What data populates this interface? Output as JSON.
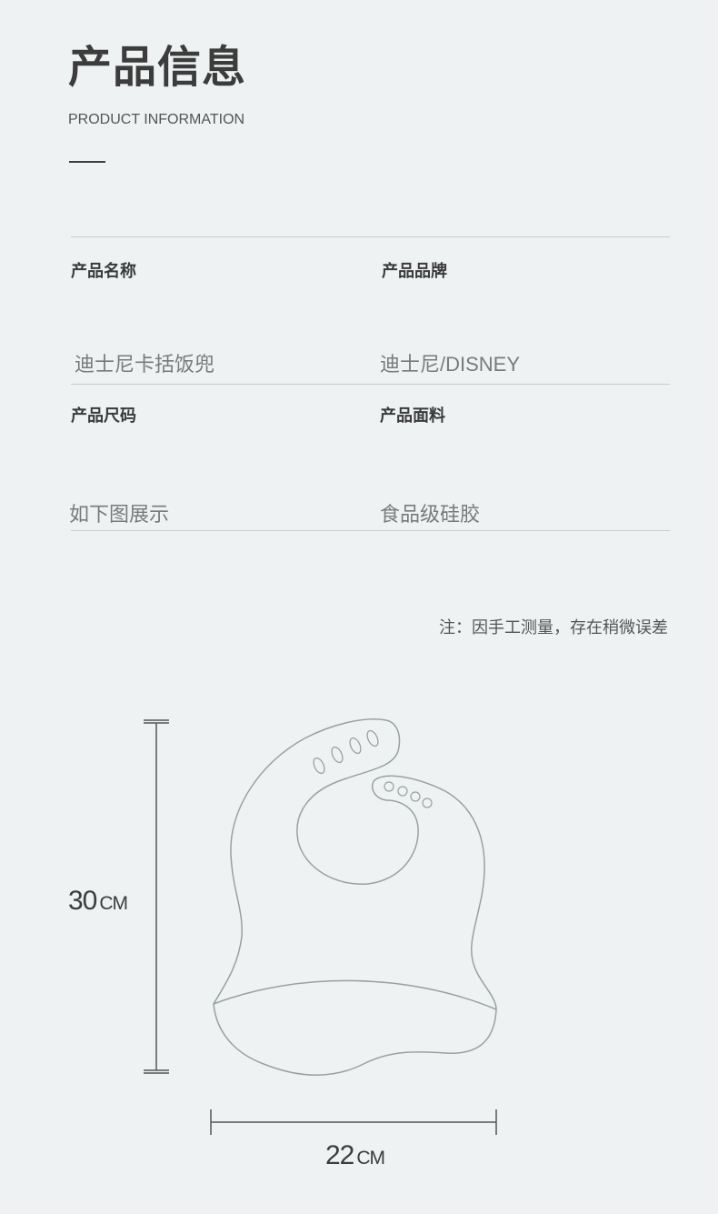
{
  "header": {
    "title": "产品信息",
    "subtitle": "PRODUCT INFORMATION"
  },
  "info": {
    "name_label": "产品名称",
    "name_value": "迪士尼卡括饭兜",
    "brand_label": "产品品牌",
    "brand_value": "迪士尼/DISNEY",
    "size_label": "产品尺码",
    "size_value": "如下图展示",
    "material_label": "产品面料",
    "material_value": "食品级硅胶"
  },
  "note": "注：因手工测量，存在稍微误差",
  "dimensions": {
    "height_num": "30",
    "height_unit": "CM",
    "width_num": "22",
    "width_unit": "CM"
  },
  "colors": {
    "background": "#eef2f2",
    "text": "#3a3a3a",
    "line": "#c6cbcb"
  }
}
